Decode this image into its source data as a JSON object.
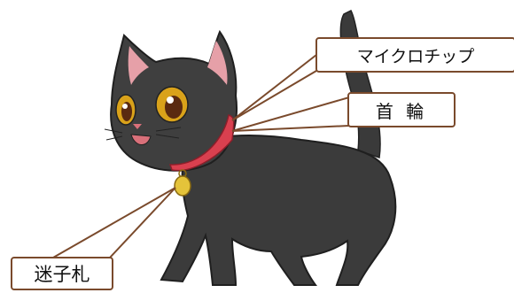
{
  "labels": {
    "microchip": "マイクロチップ",
    "collar": "首 輪",
    "name_tag": "迷子札"
  },
  "colors": {
    "leader_line": "#7a4a2c",
    "label_border": "#7a4a2c",
    "cat_body": "#3a3a3a",
    "cat_eye": "#d9a21a",
    "collar": "#d9404f",
    "tag": "#e4c33a"
  }
}
